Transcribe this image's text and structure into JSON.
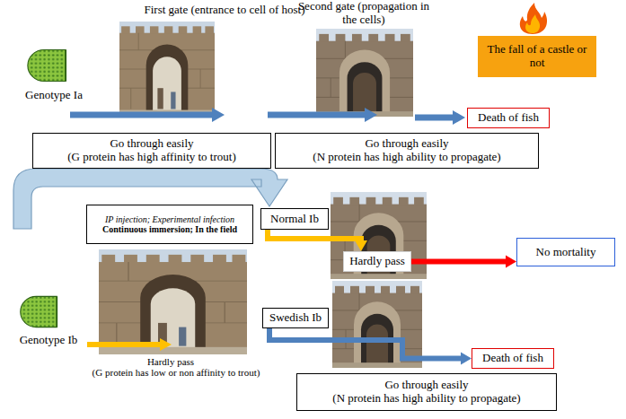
{
  "diagram": {
    "nodes": [
      {
        "text": [
          "The fall of a castle or not"
        ]
      },
      {
        "text": [
          "Death of fish"
        ]
      },
      {
        "text": [
          "Go through easily",
          "(G protein has high affinity to trout)"
        ]
      },
      {
        "text": [
          "Go through easily",
          "(N protein has high ability to propagate)"
        ]
      },
      {
        "text": [
          "IP injection; Experimental infection",
          "Continuous immersion; In the field"
        ]
      },
      {
        "text": [
          "Normal Ib"
        ]
      },
      {
        "text": [
          "Hardly pass"
        ]
      },
      {
        "text": [
          "No mortality"
        ]
      },
      {
        "text": [
          "Swedish Ib"
        ]
      },
      {
        "text": [
          "Death of fish"
        ]
      },
      {
        "text": [
          "Go through easily",
          "(N protein has high ability to propagate)"
        ]
      }
    ],
    "edges": [
      {
        "from": 5,
        "to": 6,
        "arrow": "to"
      },
      {
        "from": 6,
        "to": 7,
        "arrow": "to"
      },
      {
        "from": 8,
        "to": 9,
        "arrow": "to"
      }
    ],
    "labels": [
      "First gate (entrance to cell of host)",
      "Second gate (propagation in the cells)",
      "Genotype Ia",
      "Genotype Ib",
      "Hardly pass",
      "(G protein has low or non affinity to trout)"
    ]
  }
}
